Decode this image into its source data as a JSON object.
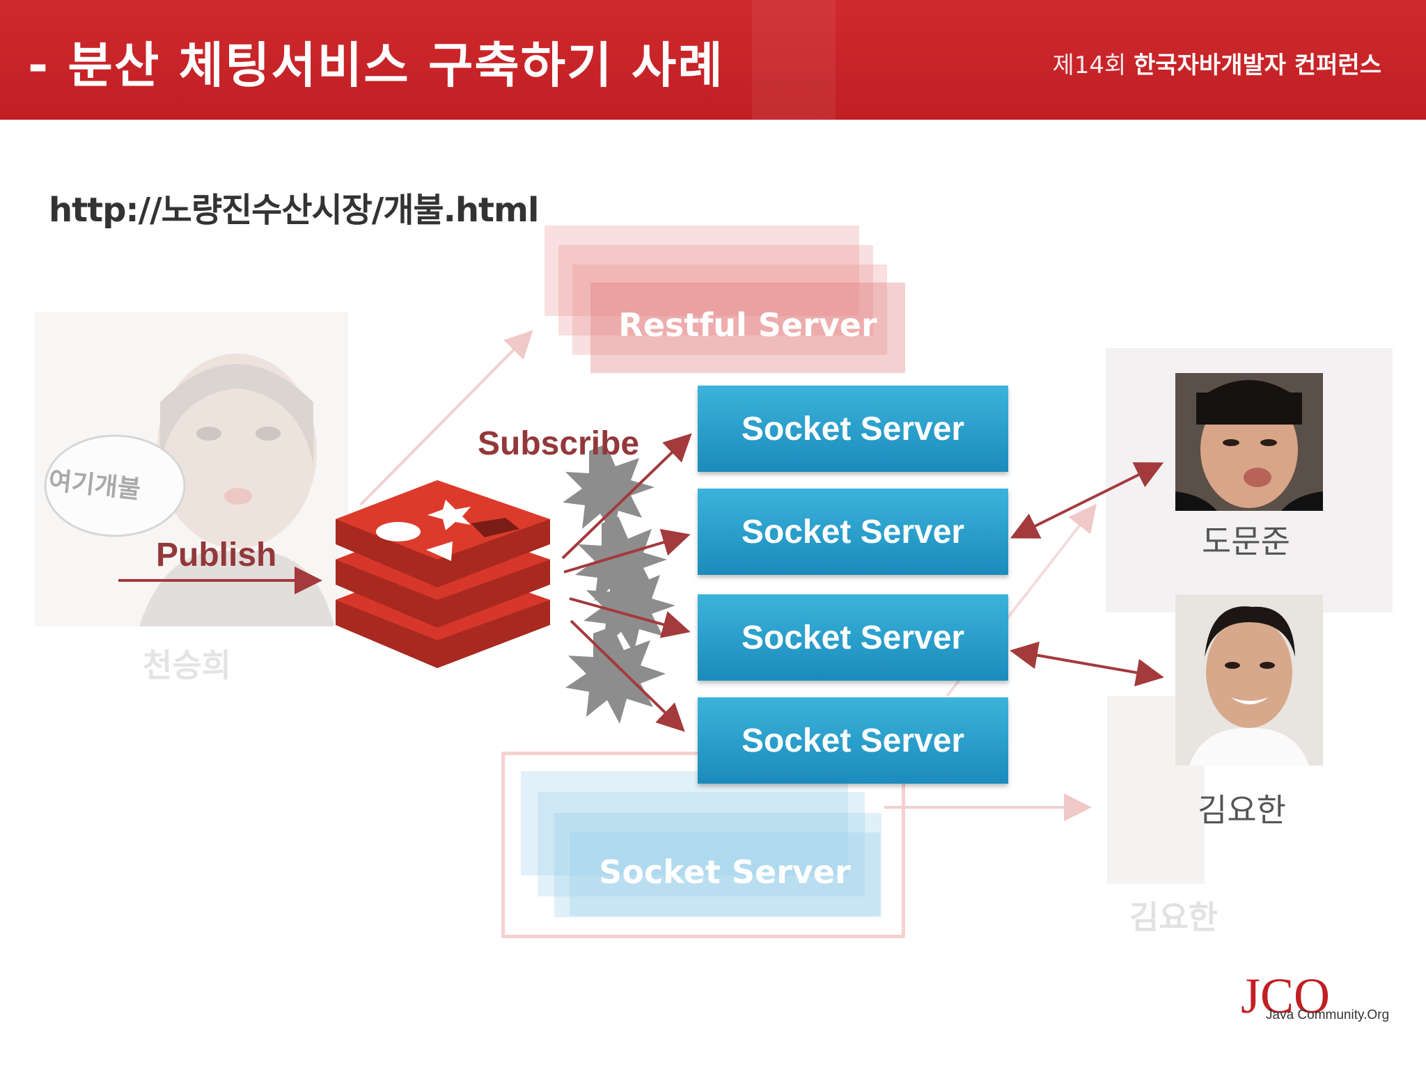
{
  "header": {
    "title": "-  분산 체팅서비스 구축하기 사례",
    "conference_prefix": "제14회",
    "conference_name": "한국자바개발자 컨퍼런스"
  },
  "url_text": "http://노량진수산시장/개불.html",
  "diagram": {
    "restful_server_label": "Restful Server",
    "socket_servers": [
      "Socket Server",
      "Socket Server",
      "Socket Server",
      "Socket Server"
    ],
    "faded_socket_server_label": "Socket Server",
    "publish_label": "Publish",
    "subscribe_label": "Subscribe",
    "speech_bubble_text": "여기개불",
    "publisher_name": "천승희",
    "client_names": [
      "도문준",
      "김요한"
    ],
    "faded_client_name": "김요한"
  },
  "footer": {
    "logo_text": "JCO",
    "logo_subtext": "Java Community.Org"
  },
  "colors": {
    "header_red": "#c8242a",
    "socket_blue": "#2a9fcd",
    "arrow_red": "#a33a3c",
    "redis_red": "#d7372a"
  }
}
